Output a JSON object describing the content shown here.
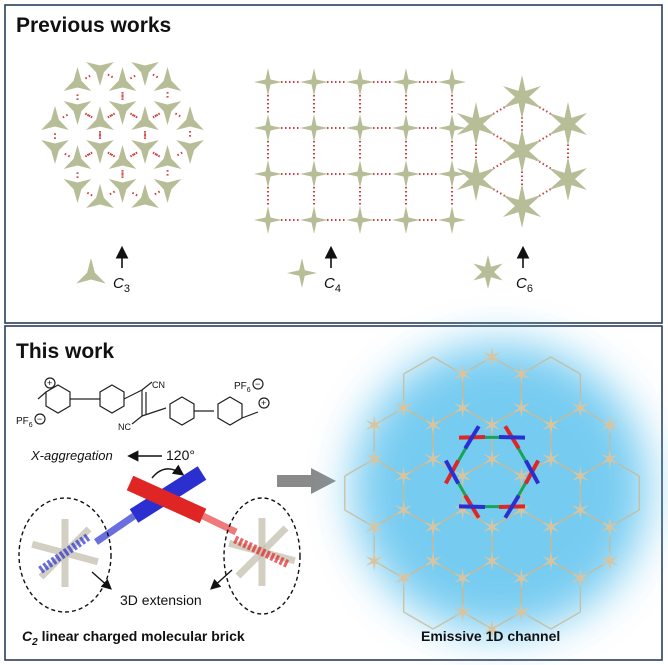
{
  "top_panel": {
    "title": "Previous works",
    "labels": [
      {
        "sym": "C",
        "sub": "3"
      },
      {
        "sym": "C",
        "sub": "4"
      },
      {
        "sym": "C",
        "sub": "6"
      }
    ]
  },
  "bottom_panel": {
    "title": "This work",
    "molecule": {
      "cn_top": "CN",
      "cn_bottom": "NC",
      "pf6_left": "PF",
      "pf6_right": "PF",
      "pf6_sub": "6",
      "plus": "+",
      "minus": "−"
    },
    "aggregation": "X-aggregation",
    "angle": "120°",
    "extension": "3D extension",
    "caption_left_sym": "C",
    "caption_left_sub": "2",
    "caption_left_rest": " linear charged molecular brick",
    "caption_right": "Emissive 1D channel"
  },
  "colors": {
    "star_fill": "#b7bd97",
    "hbond_dots": "#d03a3a",
    "rod_red": "#e02525",
    "rod_blue": "#2b2fd0",
    "linker_green": "#19a35a",
    "glow": "#5fc3ef",
    "tan_star": "#d9c4a0",
    "panel_border": "#2b3d5c"
  }
}
